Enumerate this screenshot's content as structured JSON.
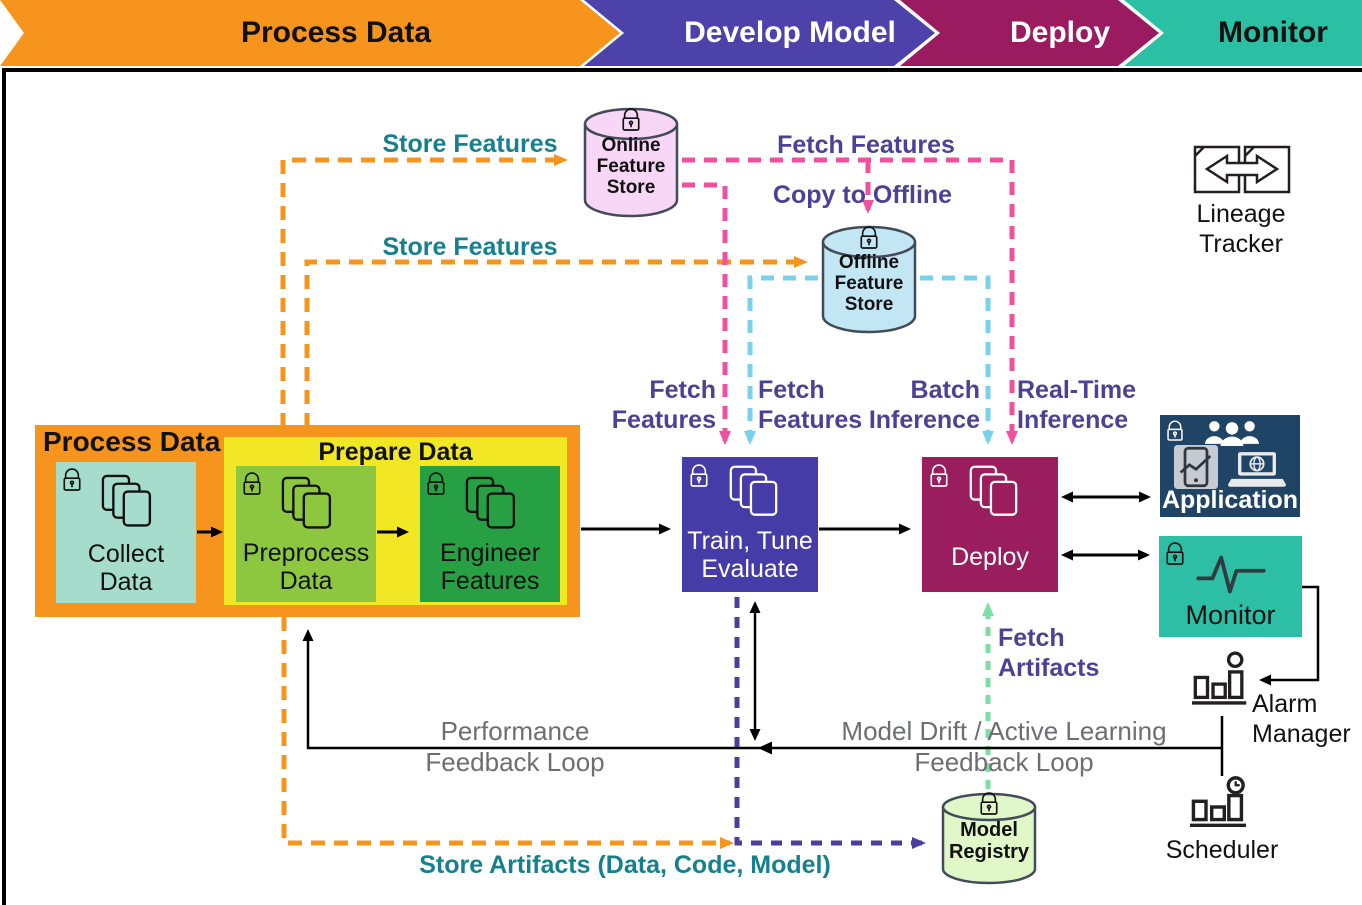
{
  "banner": {
    "stages": [
      {
        "label": "Process Data",
        "color": "#F7941E"
      },
      {
        "label": "Develop Model",
        "color": "#4C42A9"
      },
      {
        "label": "Deploy",
        "color": "#9B1B60"
      },
      {
        "label": "Monitor",
        "color": "#2BBFA4"
      }
    ]
  },
  "groups": {
    "process_data": {
      "title": "Process Data"
    },
    "prepare_data": {
      "title": "Prepare Data"
    }
  },
  "nodes": {
    "collect_data": {
      "label": "Collect\nData",
      "fill": "#A5DCCB"
    },
    "preprocess_data": {
      "label": "Preprocess\nData",
      "fill": "#8DC63F"
    },
    "engineer_features": {
      "label": "Engineer\nFeatures",
      "fill": "#27A044"
    },
    "train": {
      "label": "Train, Tune\nEvaluate",
      "fill": "#453CA8"
    },
    "deploy": {
      "label": "Deploy",
      "fill": "#9A1D5E"
    },
    "application": {
      "label": "Application",
      "fill": "#1F4466"
    },
    "monitor": {
      "label": "Monitor",
      "fill": "#2CBFA5"
    },
    "online_store": {
      "label": "Online\nFeature\nStore",
      "fill": "#F8D7F6"
    },
    "offline_store": {
      "label": "Offline\nFeature\nStore",
      "fill": "#C3E6F5"
    },
    "model_registry": {
      "label": "Model\nRegistry",
      "fill": "#E0F7C8"
    },
    "lineage_tracker": {
      "label": "Lineage\nTracker"
    },
    "alarm_manager": {
      "label": "Alarm\nManager"
    },
    "scheduler": {
      "label": "Scheduler"
    }
  },
  "edge_labels": {
    "store_features_online": "Store Features",
    "store_features_offline": "Store Features",
    "fetch_features_top": "Fetch Features",
    "copy_to_offline": "Copy to Offline",
    "fetch_features_online": "Fetch\nFeatures",
    "fetch_features_offline": "Fetch\nFeatures",
    "batch_inference": "Batch\nInference",
    "realtime_inference": "Real-Time\nInference",
    "fetch_artifacts": "Fetch\nArtifacts",
    "store_artifacts": "Store Artifacts (Data, Code, Model)",
    "performance_loop": "Performance\nFeedback Loop",
    "drift_loop": "Model Drift / Active Learning\nFeedback Loop"
  },
  "colors": {
    "stage_orange": "#F7941E",
    "stage_indigo": "#4C42A9",
    "stage_magenta": "#9B1B60",
    "stage_teal": "#2BBFA4",
    "arrow_orange": "#F7941E",
    "arrow_pink": "#F0519E",
    "arrow_blue": "#79D1EC",
    "arrow_green": "#7BDFA3",
    "arrow_indigo": "#4B3F9E",
    "arrow_black": "#000000",
    "label_teal": "#17808F",
    "label_indigo": "#4B4296",
    "label_gray": "#6D6E71",
    "cylinder_stroke": "#414B5A"
  },
  "edges": [
    {
      "from": "process_data",
      "to": "online_store",
      "label": "Store Features",
      "color": "#F7941E",
      "style": "dashed"
    },
    {
      "from": "process_data",
      "to": "offline_store",
      "label": "Store Features",
      "color": "#F7941E",
      "style": "dashed"
    },
    {
      "from": "online_store",
      "to": "offline_store",
      "label": "Copy to Offline",
      "color": "#F0519E",
      "style": "dashed"
    },
    {
      "from": "online_store",
      "to": "train",
      "label": "Fetch Features",
      "color": "#F0519E",
      "style": "dashed"
    },
    {
      "from": "online_store",
      "to": "deploy",
      "label": "Fetch Features / Real-Time Inference",
      "color": "#F0519E",
      "style": "dashed"
    },
    {
      "from": "offline_store",
      "to": "train",
      "label": "Fetch Features",
      "color": "#79D1EC",
      "style": "dashed"
    },
    {
      "from": "offline_store",
      "to": "deploy",
      "label": "Batch Inference",
      "color": "#79D1EC",
      "style": "dashed"
    },
    {
      "from": "process_data",
      "to": "model_registry",
      "label": "Store Artifacts (Data, Code, Model)",
      "color": "#F7941E",
      "style": "dashed"
    },
    {
      "from": "train",
      "to": "model_registry",
      "label": "Store Artifacts (Data, Code, Model)",
      "color": "#4B3F9E",
      "style": "dashed"
    },
    {
      "from": "model_registry",
      "to": "deploy",
      "label": "Fetch Artifacts",
      "color": "#7BDFA3",
      "style": "dashed"
    },
    {
      "from": "collect_data",
      "to": "preprocess_data",
      "style": "solid",
      "color": "#000000"
    },
    {
      "from": "preprocess_data",
      "to": "engineer_features",
      "style": "solid",
      "color": "#000000"
    },
    {
      "from": "process_data",
      "to": "train",
      "style": "solid",
      "color": "#000000"
    },
    {
      "from": "train",
      "to": "deploy",
      "style": "solid",
      "color": "#000000"
    },
    {
      "from": "deploy",
      "to": "application",
      "style": "solid-bidirectional",
      "color": "#000000"
    },
    {
      "from": "deploy",
      "to": "monitor",
      "style": "solid-bidirectional",
      "color": "#000000"
    },
    {
      "from": "monitor",
      "to": "alarm_manager",
      "style": "solid",
      "color": "#000000"
    },
    {
      "from": "alarm_manager",
      "to": "scheduler",
      "style": "solid",
      "color": "#000000"
    },
    {
      "from": "monitor",
      "to": "prepare_data",
      "label": "Performance Feedback Loop",
      "style": "solid",
      "color": "#000000"
    },
    {
      "from": "monitor",
      "to": "train",
      "label": "Model Drift / Active Learning Feedback Loop",
      "style": "solid-bidirectional",
      "color": "#000000"
    }
  ]
}
